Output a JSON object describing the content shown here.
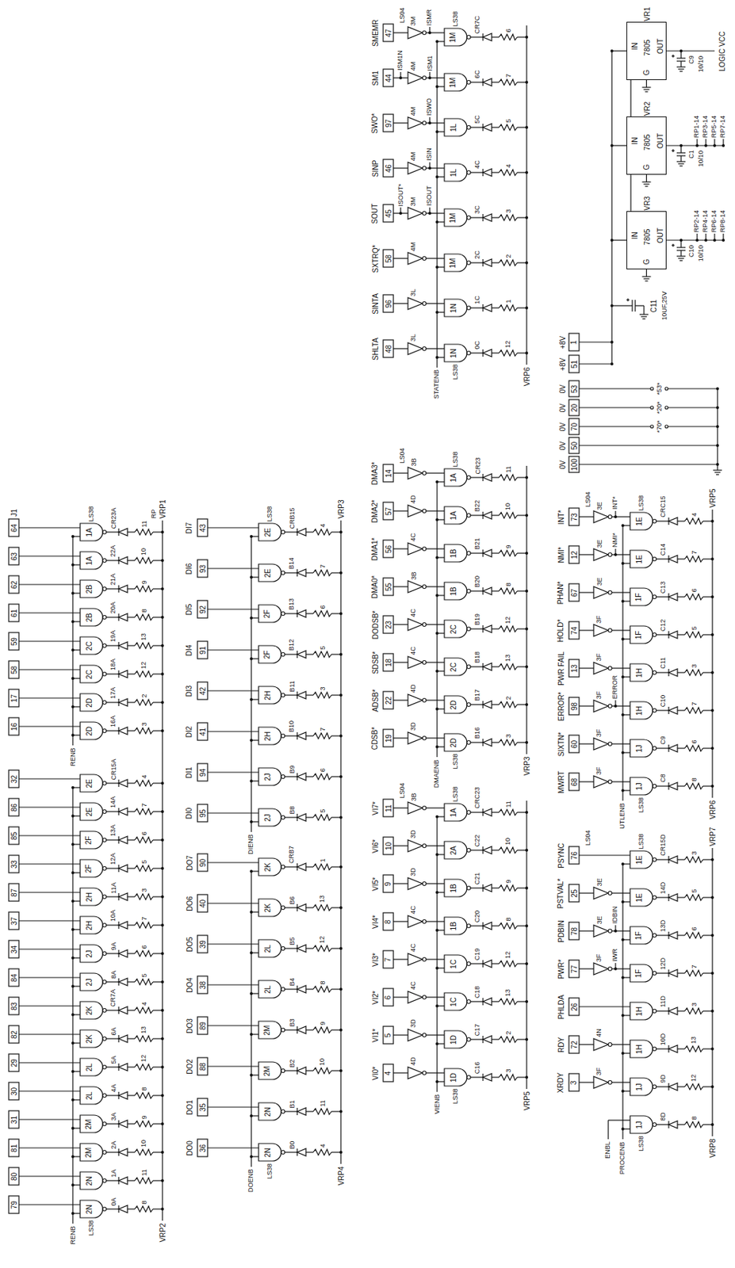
{
  "diagram": {
    "nodes": [
      {
        "text": [
          "VR1",
          "IN",
          "OUT",
          "7805",
          "G"
        ]
      },
      {
        "text": [
          "VR2",
          "IN",
          "OUT",
          "7805",
          "G"
        ]
      },
      {
        "text": [
          "VR3",
          "IN",
          "OUT",
          "7805",
          "G"
        ]
      }
    ],
    "edges": [
      {
        "from": 0,
        "to": 1,
        "arrow": "none"
      },
      {
        "from": 1,
        "to": 2,
        "arrow": "none"
      }
    ],
    "labels": [
      "64",
      "1A",
      "CR23A",
      "11",
      "63",
      "1A",
      "22A",
      "10",
      "62",
      "2B",
      "21A",
      "9",
      "61",
      "2B",
      "20A",
      "8",
      "59",
      "2C",
      "19A",
      "13",
      "58",
      "2C",
      "18A",
      "12",
      "17",
      "2D",
      "17A",
      "2",
      "16",
      "2D",
      "16A",
      "3",
      "32",
      "2E",
      "CR15A",
      "4",
      "86",
      "2E",
      "14A",
      "7",
      "85",
      "2F",
      "13A",
      "6",
      "33",
      "2F",
      "12A",
      "5",
      "87",
      "2H",
      "11A",
      "3",
      "37",
      "2H",
      "10A",
      "7",
      "34",
      "2J",
      "9A",
      "6",
      "84",
      "2J",
      "8A",
      "5",
      "83",
      "2K",
      "CR7A",
      "4",
      "82",
      "2K",
      "6A",
      "13",
      "29",
      "2L",
      "5A",
      "12",
      "30",
      "2L",
      "4A",
      "8",
      "31",
      "2M",
      "3A",
      "9",
      "81",
      "2M",
      "2A",
      "10",
      "80",
      "2N",
      "1A",
      "11",
      "79",
      "2N",
      "0A",
      "8",
      "J1",
      "RP",
      "VRP1",
      "VRP2",
      "LS38",
      "LS38",
      "RENB",
      "RENB",
      "DI7",
      "43",
      "2E",
      "CRB15",
      "4",
      "DI6",
      "93",
      "2E",
      "B14",
      "7",
      "DI5",
      "92",
      "2F",
      "B13",
      "6",
      "DI4",
      "91",
      "2F",
      "B12",
      "5",
      "DI3",
      "42",
      "2H",
      "B11",
      "3",
      "DI2",
      "41",
      "2H",
      "B10",
      "7",
      "DI1",
      "94",
      "2J",
      "B9",
      "6",
      "DI0",
      "95",
      "2J",
      "B8",
      "5",
      "DO7",
      "90",
      "2K",
      "CRB7",
      "1",
      "DO6",
      "40",
      "2K",
      "B6",
      "13",
      "DO5",
      "39",
      "2L",
      "B5",
      "12",
      "DO4",
      "38",
      "2L",
      "B4",
      "8",
      "DO3",
      "89",
      "2M",
      "B3",
      "9",
      "DO2",
      "88",
      "2M",
      "B2",
      "10",
      "DO1",
      "35",
      "2N",
      "B1",
      "11",
      "DO0",
      "36",
      "2N",
      "B0",
      "4",
      "VRP3",
      "VRP4",
      "LS38",
      "LS38",
      "DIENB",
      "DOENB",
      "SMEMR",
      "47",
      "3M",
      "1M",
      "CR7C",
      "6",
      "SM1",
      "44",
      "4M",
      "1M",
      "6C",
      "7",
      "SWO*",
      "97",
      "4M",
      "1L",
      "5C",
      "5",
      "SINP",
      "46",
      "4M",
      "1L",
      "4C",
      "4",
      "SOUT",
      "45",
      "3M",
      "1M",
      "3C",
      "3",
      "SXTRQ*",
      "58",
      "4M",
      "1M",
      "2C",
      "2",
      "SINTA",
      "96",
      "3L",
      "1N",
      "1C",
      "1",
      "SHLTA",
      "48",
      "3L",
      "1N",
      "0C",
      "12",
      "VRP6",
      "LS04",
      "LS38",
      "LS38",
      "STATENB",
      "ISMR",
      "ISM1",
      "ISM1N",
      "ISWO",
      "ISIN",
      "ISOUT",
      "ISOUT*",
      "DMA3*",
      "14",
      "3B",
      "1A",
      "CR23",
      "11",
      "DMA2*",
      "57",
      "4D",
      "1A",
      "B22",
      "10",
      "DMA1*",
      "56",
      "4C",
      "1B",
      "B21",
      "9",
      "DMA0*",
      "55",
      "3B",
      "1B",
      "B20",
      "8",
      "DODSB*",
      "23",
      "4C",
      "2C",
      "B19",
      "12",
      "SDSB*",
      "18",
      "4C",
      "2C",
      "B18",
      "13",
      "ADSB*",
      "22",
      "4D",
      "2D",
      "B17",
      "2",
      "CDSB*",
      "19",
      "3D",
      "2D",
      "B16",
      "3",
      "VRP3",
      "LS04",
      "LS38",
      "LS38",
      "DMAENB",
      "VI7*",
      "11",
      "3B",
      "1A",
      "CRC23",
      "11",
      "VI6*",
      "10",
      "3D",
      "2A",
      "C22",
      "10",
      "VI5*",
      "9",
      "3D",
      "1B",
      "C21",
      "9",
      "VI4*",
      "8",
      "4C",
      "1B",
      "C20",
      "8",
      "VI3*",
      "7",
      "4C",
      "1C",
      "C19",
      "12",
      "VI2*",
      "6",
      "4C",
      "1C",
      "C18",
      "13",
      "VI1*",
      "5",
      "3D",
      "1D",
      "C17",
      "2",
      "VI0*",
      "4",
      "4D",
      "1D",
      "C16",
      "3",
      "VRP5",
      "LS04",
      "LS38",
      "LS38",
      "VIENB",
      "INT*",
      "73",
      "3E",
      "1E",
      "CRC15",
      "4",
      "NMI*",
      "12",
      "3E",
      "1E",
      "C14",
      "7",
      "PHAN*",
      "67",
      "3E",
      "1F",
      "C13",
      "6",
      "HOLD*",
      "74",
      "3F",
      "1F",
      "C12",
      "5",
      "PWR FAIL",
      "13",
      "3F",
      "1H",
      "C11",
      "3",
      "ERROR*",
      "98",
      "3F",
      "1H",
      "C10",
      "7",
      "SIXTN*",
      "60",
      "3F",
      "1J",
      "C9",
      "6",
      "MWRT",
      "68",
      "3F",
      "1J",
      "C8",
      "8",
      "VRP5",
      "VRP6",
      "LS04",
      "LS38",
      "LS38",
      "UTLENB",
      "INT*",
      "NMI*",
      "ERROR",
      "PSYNC",
      "76",
      "1E",
      "CR15D",
      "3",
      "PSTVAL*",
      "25",
      "3E",
      "1E",
      "14D",
      "5",
      "PDBIN",
      "78",
      "3E",
      "1F",
      "13D",
      "6",
      "PWR*",
      "77",
      "3F",
      "1F",
      "12D",
      "7",
      "PHLDA",
      "26",
      "1H",
      "11D",
      "3",
      "RDY",
      "72",
      "4N",
      "1H",
      "10D",
      "13",
      "XRDY",
      "3",
      "3F",
      "1J",
      "9D",
      "12",
      "1J",
      "8D",
      "8",
      "VRP7",
      "VRP8",
      "LS04",
      "LS38",
      "LS38",
      "PROCENB",
      "IDBIN",
      "IWR",
      "ENBL",
      "+8V",
      "1",
      "+8V",
      "51",
      "0V",
      "53",
      "0V",
      "20",
      "0V",
      "70",
      "0V",
      "50",
      "0V",
      "100",
      "*53*",
      "*20*",
      "*70*",
      "C11",
      "10UF,25V",
      "C9",
      "10/10",
      "C1",
      "10/10",
      "C10",
      "10/10",
      "LOGIC VCC",
      "RP1-14",
      "RP3-14",
      "RP5-14",
      "RP7-14",
      "RP2-14",
      "RP4-14",
      "RP6-14",
      "RP8-14"
    ]
  }
}
